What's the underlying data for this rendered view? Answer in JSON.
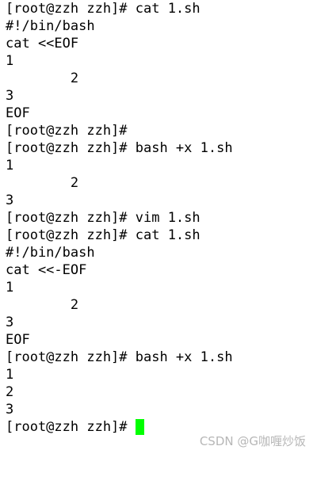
{
  "terminal": {
    "lines": [
      "[root@zzh zzh]# cat 1.sh",
      "#!/bin/bash",
      "cat <<EOF",
      "1",
      "        2",
      "3",
      "EOF",
      "[root@zzh zzh]#",
      "[root@zzh zzh]# bash +x 1.sh",
      "1",
      "        2",
      "3",
      "[root@zzh zzh]# vim 1.sh",
      "[root@zzh zzh]# cat 1.sh",
      "#!/bin/bash",
      "cat <<-EOF",
      "1",
      "        2",
      "3",
      "EOF",
      "[root@zzh zzh]# bash +x 1.sh",
      "1",
      "2",
      "3",
      "[root@zzh zzh]# "
    ],
    "cursor_color": "#00ff00"
  },
  "watermark": {
    "text": "CSDN @G咖喱炒饭"
  }
}
